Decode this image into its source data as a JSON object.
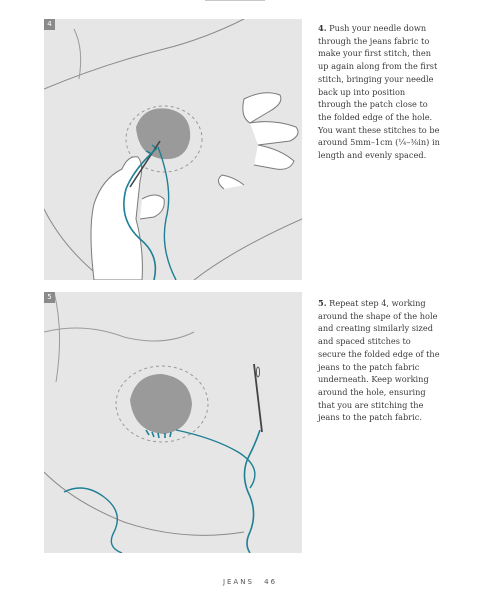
{
  "steps": [
    {
      "badge": "4",
      "number": "4.",
      "text": "Push your needle down through the jeans fabric to make your first stitch, then up again along from the first stitch, bringing your needle back up into position through the patch close to the folded edge of the hole. You want these stitches to be around 5mm–1cm (¼–⅜in) in length and evenly spaced."
    },
    {
      "badge": "5",
      "number": "5.",
      "text": "Repeat step 4, working around the shape of the hole and creating similarly sized and spaced stitches to secure the folded edge of the jeans to the patch fabric underneath. Keep working around the hole, ensuring that you are stitching the jeans to the patch fabric."
    }
  ],
  "footer": {
    "section": "JEANS",
    "page": "46"
  },
  "colors": {
    "panel_bg": "#e6e6e6",
    "thread": "#1f7f95",
    "patch": "#9a9a9a",
    "line": "#7a7a7a"
  },
  "illustrations": [
    "hand-holding-needle-at-patch",
    "needle-with-thread-after-stitches"
  ]
}
